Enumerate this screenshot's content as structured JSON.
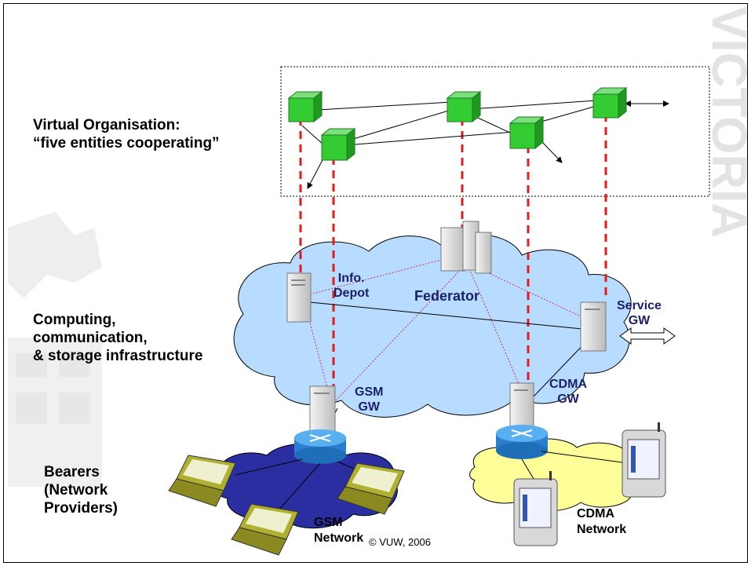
{
  "labels": {
    "virtual_org": "Virtual Organisation:\n“five entities cooperating”",
    "computing": "Computing,\ncommunication,\n& storage infrastructure",
    "bearers": "Bearers\n(Network\nProviders)",
    "info_depot": "Info.\nDepot",
    "federator": "Federator",
    "service_gw": "Service\nGW",
    "gsm_gw": "GSM\nGW",
    "cdma_gw": "CDMA\nGW",
    "gsm_network": "GSM\nNetwork",
    "cdma_network": "CDMA\nNetwork",
    "watermark": "VICTORIA",
    "copyright": "© VUW, 2006"
  },
  "colors": {
    "cloud": "#b8dcff",
    "gsm_cloud": "#2a2ea0",
    "cdma_cloud": "#ffff99",
    "cube": "#33cc33",
    "dashed_link": "#e21c1c",
    "dotted_link": "#cc3355",
    "router": "#3a9ae6"
  }
}
